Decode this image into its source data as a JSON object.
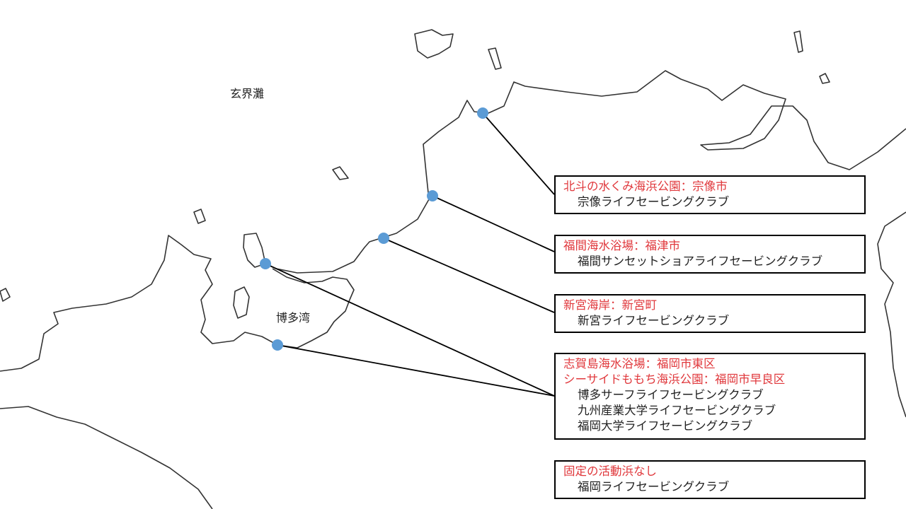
{
  "map": {
    "sea_labels": [
      "玄界灘",
      "博多湾"
    ],
    "colors": {
      "marker": "#5b9bd5",
      "location_text": "#e0383c",
      "club_text": "#222222",
      "coastline": "#333333"
    }
  },
  "callouts": [
    {
      "locations": [
        "北斗の水くみ海浜公園：宗像市"
      ],
      "clubs": [
        "宗像ライフセービングクラブ"
      ]
    },
    {
      "locations": [
        "福間海水浴場：福津市"
      ],
      "clubs": [
        "福間サンセットショアライフセービングクラブ"
      ]
    },
    {
      "locations": [
        "新宮海岸：新宮町"
      ],
      "clubs": [
        "新宮ライフセービングクラブ"
      ]
    },
    {
      "locations": [
        "志賀島海水浴場：福岡市東区",
        "シーサイドももち海浜公園：福岡市早良区"
      ],
      "clubs": [
        "博多サーフライフセービングクラブ",
        "九州産業大学ライフセービングクラブ",
        "福岡大学ライフセービングクラブ"
      ]
    },
    {
      "locations": [
        "固定の活動浜なし"
      ],
      "clubs": [
        "福岡ライフセービングクラブ"
      ]
    }
  ]
}
